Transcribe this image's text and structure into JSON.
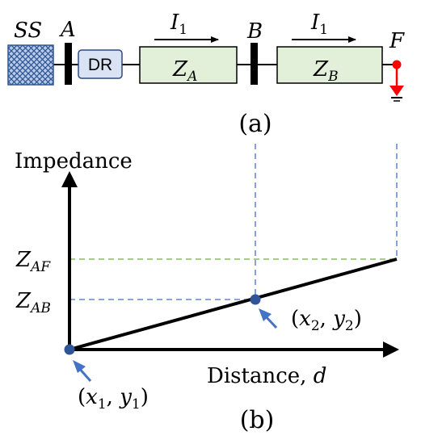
{
  "colors": {
    "black": "#000000",
    "substation_fill": "#b9cbe6",
    "substation_hatch": "#2e5597",
    "dr_fill": "#dae3f3",
    "dr_stroke": "#2e4a7a",
    "section_fill": "#e2efd9",
    "section_stroke": "#000000",
    "fault": "#ff0000",
    "blue_dash": "#4472c4",
    "green_dash": "#70ad47",
    "point": "#2f5597"
  },
  "circuit": {
    "ss": {
      "main": "SS",
      "sub": ""
    },
    "bus_a": {
      "main": "A",
      "sub": ""
    },
    "dr": "DR",
    "current_1": {
      "main": "I",
      "sub": "1"
    },
    "section_a": {
      "main": "Z",
      "sub": "A"
    },
    "bus_b": {
      "main": "B",
      "sub": ""
    },
    "current_2": {
      "main": "I",
      "sub": "1"
    },
    "section_b": {
      "main": "Z",
      "sub": "B"
    },
    "fault": {
      "main": "F",
      "sub": ""
    },
    "caption": "(a)"
  },
  "plot": {
    "y_axis_label": "Impedance",
    "x_axis_label_prefix": "Distance, ",
    "x_axis_label_var": "d",
    "tick_zaf": {
      "main": "Z",
      "sub": "AF"
    },
    "tick_zab": {
      "main": "Z",
      "sub": "AB"
    },
    "point1_label": {
      "open": "(",
      "x": "x",
      "xs": "1",
      "sep": ", ",
      "y": "y",
      "ys": "1",
      "close": ")"
    },
    "point2_label": {
      "open": "(",
      "x": "x",
      "xs": "2",
      "sep": ", ",
      "y": "y",
      "ys": "2",
      "close": ")"
    },
    "caption": "(b)"
  }
}
